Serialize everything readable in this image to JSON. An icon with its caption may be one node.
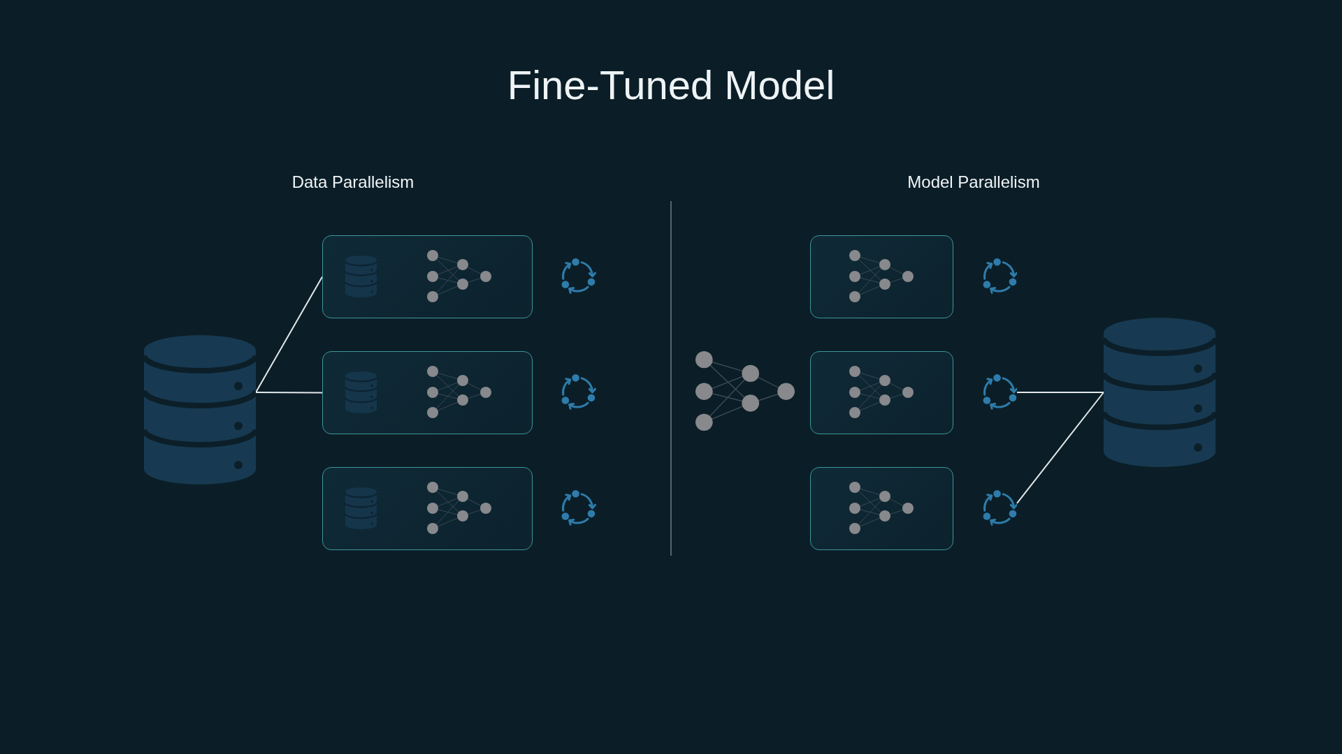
{
  "diagram": {
    "title": "Fine-Tuned Model",
    "nodes": [
      {
        "text": [],
        "shape": "cylinder"
      },
      {
        "text": [],
        "shape": "box"
      },
      {
        "text": [],
        "shape": "box"
      },
      {
        "text": [],
        "shape": "box"
      },
      {
        "text": [],
        "shape": "box"
      },
      {
        "text": [],
        "shape": "box"
      },
      {
        "text": [],
        "shape": "box"
      },
      {
        "text": [],
        "shape": "picture"
      },
      {
        "text": [],
        "shape": "picture"
      },
      {
        "text": [],
        "shape": "picture"
      },
      {
        "text": [],
        "shape": "cylinder"
      }
    ],
    "edges": [
      {
        "from": 0,
        "to": 1,
        "arrow": "none"
      },
      {
        "from": 0,
        "to": 2,
        "arrow": "none"
      },
      {
        "from": 8,
        "to": 10,
        "arrow": "none"
      },
      {
        "from": 9,
        "to": 10,
        "arrow": "none"
      }
    ],
    "labels": [
      "Data Parallelism",
      "Model Parallelism"
    ]
  }
}
